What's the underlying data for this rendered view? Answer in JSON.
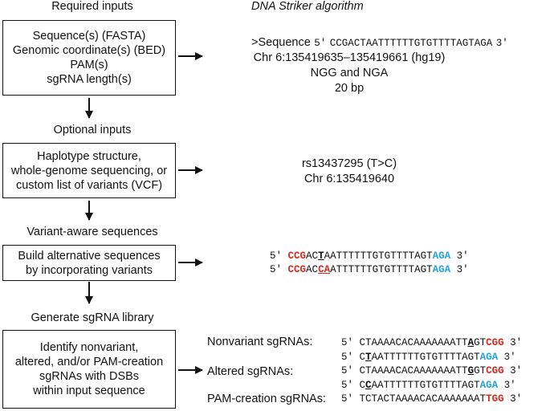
{
  "steps": [
    {
      "header": "Required inputs",
      "box_lines": [
        "Sequence(s) (FASTA)",
        "Genomic coordinate(s) (BED)",
        "PAM(s)",
        "sgRNA length(s)"
      ]
    },
    {
      "header": "Optional inputs",
      "box_lines": [
        "Haplotype structure,",
        "whole-genome sequencing, or",
        "custom list of variants (VCF)"
      ]
    },
    {
      "header": "Variant-aware sequences",
      "box_lines": [
        "Build alternative sequences",
        "by incorporating variants"
      ]
    },
    {
      "header": "Generate sgRNA library",
      "box_lines": [
        "Identify nonvariant,",
        "altered, and/or PAM-creation",
        "sgRNAs with DSBs",
        "within input sequence"
      ]
    }
  ],
  "algorithm_title": "DNA Striker algorithm",
  "required_outputs": {
    "seq_label": ">Sequence",
    "seq_5": "5′",
    "seq_body": "CCGACTAATTTTTTGTGTTTTAGTAGA",
    "seq_3": "3′",
    "coord": "Chr 6:135419635–135419661 (hg19)",
    "pam": "NGG and NGA",
    "length": "20 bp"
  },
  "optional_outputs": {
    "variant": "rs13437295 (T>C)",
    "position": "Chr 6:135419640"
  },
  "variant_seqs": {
    "p5": "5′",
    "p3": "3′",
    "ref": {
      "red": "CCG",
      "a": "AC",
      "ul": "T",
      "b": "AATTTTTTGTGTTTTAGT",
      "blue": "AGA"
    },
    "alt": {
      "red": "CCG",
      "a": "AC",
      "ul": "CA",
      "b": "ATTTTTTGTGTTTTAGT",
      "blue": "AGA"
    }
  },
  "sgrnas": {
    "p5": "5′",
    "p3": "3′",
    "nonvariant_label": "Nonvariant sgRNAs:",
    "altered_label": "Altered sgRNAs:",
    "pam_label": "PAM-creation sgRNAs:",
    "r1": {
      "a": "CTAAAACACAAAAAAATT",
      "ul": "A",
      "b": "GT",
      "red": "CGG"
    },
    "r2": {
      "a": "C",
      "ul": "T",
      "b": "AATTTTTTGTGTTTTAGT",
      "blue": "AGA"
    },
    "r3": {
      "a": "CTAAAACACAAAAAAATT",
      "ul": "G",
      "b": "GT",
      "red": "CGG"
    },
    "r4": {
      "a": "C",
      "ul": "C",
      "b": "AATTTTTTGTGTTTTAGT",
      "blue": "AGA"
    },
    "r5": {
      "a": "TCTACTAAAACACAAAAAAAT",
      "red": "TGG"
    }
  },
  "colors": {
    "pam_red": "#d42a20",
    "pam_blue": "#23a3d9"
  }
}
